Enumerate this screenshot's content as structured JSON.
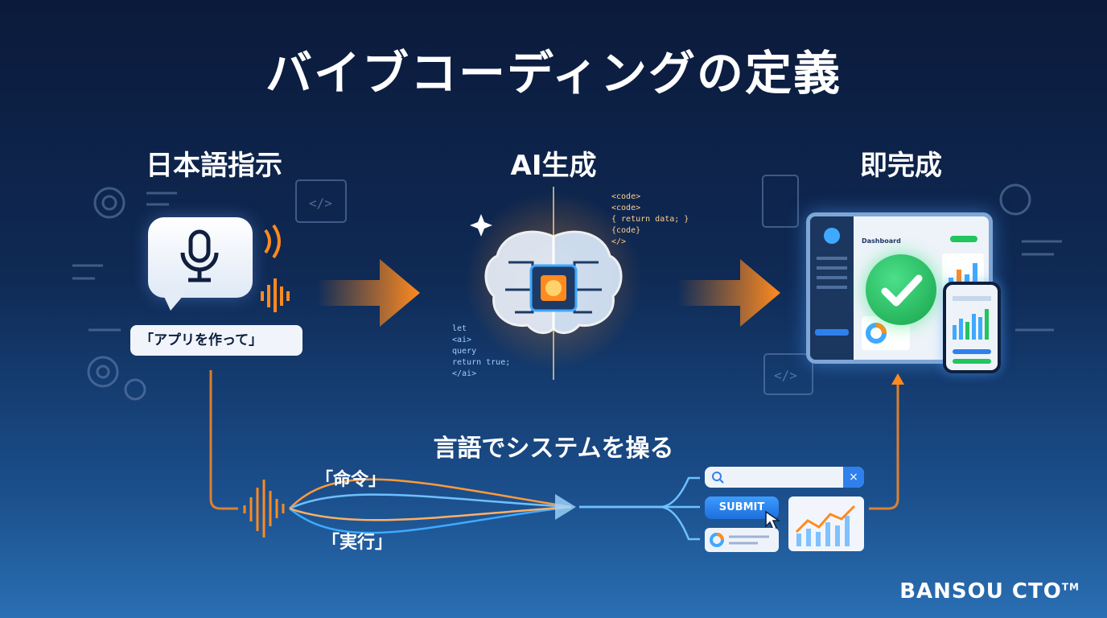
{
  "title": "バイブコーディングの定義",
  "steps": [
    {
      "label": "日本語指示"
    },
    {
      "label": "AI生成"
    },
    {
      "label": "即完成"
    }
  ],
  "instruction_quote": "「アプリを作って」",
  "bottom": {
    "title": "言語でシステムを操る",
    "keyword_1": "「命令」",
    "keyword_2": "「実行」",
    "submit_label": "SUBMIT",
    "close_symbol": "×"
  },
  "dashboard": {
    "label": "Dashboard"
  },
  "brand": {
    "name": "BANSOU CTO",
    "mark": "TM"
  },
  "code_snippets": [
    "<code>",
    "<code>",
    "{ return data; }",
    "{code}",
    "</>",
    "let",
    "<ai>",
    "query",
    "return true;",
    "</ai>"
  ],
  "colors": {
    "accent_orange": "#ff8a1f",
    "accent_blue": "#3fa9ff",
    "success_green": "#22c55e"
  },
  "icons": [
    "microphone-icon",
    "sound-wave-icon",
    "code-window-icon",
    "gear-icon",
    "ai-brain-chip-icon",
    "arrow-right-icon",
    "check-icon",
    "search-icon",
    "cursor-icon",
    "donut-chart-icon",
    "bar-chart-icon"
  ]
}
